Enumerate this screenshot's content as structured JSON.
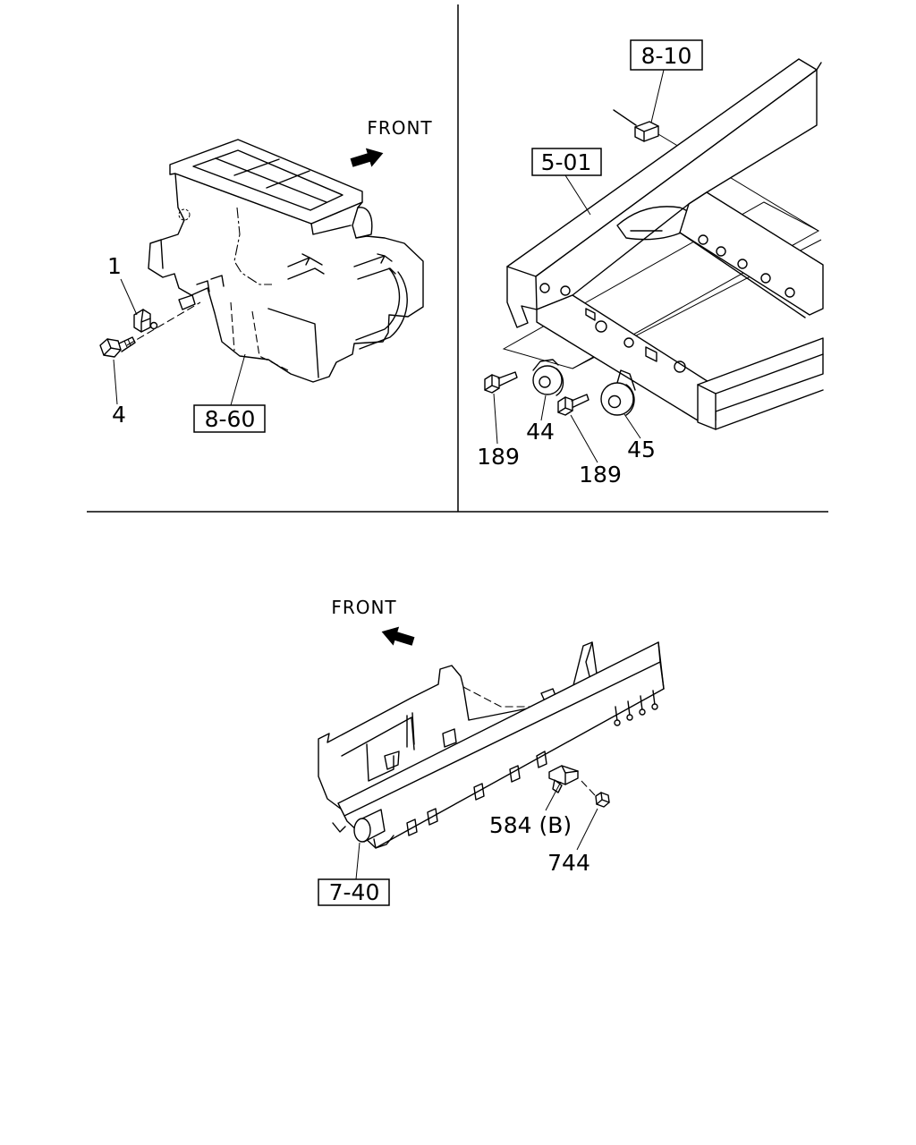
{
  "page": {
    "background": "#ffffff",
    "line_color": "#000000"
  },
  "top_left_panel": {
    "front_label": "FRONT",
    "callouts": {
      "part_1": "1",
      "part_4": "4"
    },
    "ref_box": "8-60"
  },
  "top_right_panel": {
    "ref_box_harness": "8-10",
    "ref_box_frame": "5-01",
    "callouts": {
      "horn_44": "44",
      "horn_45": "45",
      "bolt_189_left": "189",
      "bolt_189_right": "189"
    }
  },
  "bottom_panel": {
    "front_label": "FRONT",
    "callouts": {
      "part_584b": "584 (B)",
      "part_744": "744"
    },
    "ref_box": "7-40"
  }
}
